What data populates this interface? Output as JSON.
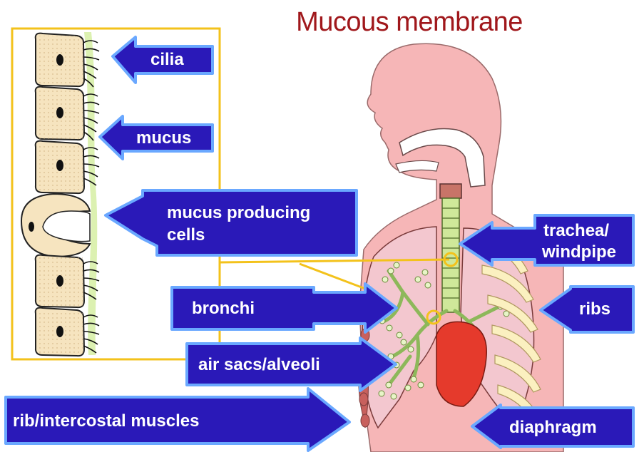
{
  "title": "Mucous membrane",
  "labels": {
    "cilia": "cilia",
    "mucus": "mucus",
    "mucus_producing_cells_line1": "mucus producing",
    "mucus_producing_cells_line2": "cells",
    "trachea_line1": "trachea/",
    "trachea_line2": "windpipe",
    "bronchi": "bronchi",
    "ribs": "ribs",
    "air_sacs": "air sacs/alveoli",
    "intercostal": "rib/intercostal muscles",
    "diaphragm": "diaphragm"
  },
  "colors": {
    "arrow_fill": "#2a19b8",
    "arrow_edge": "#6aa8ff",
    "title": "#a0171b",
    "body_pink": "#f6b6b7",
    "lung_fill": "#f3c7cf",
    "bronchi_green": "#cfe89a",
    "heart_red": "#e53a2c",
    "rib_cream": "#fbf0c0",
    "cell_fill": "#f6e4bf",
    "frame_yellow": "#f3c21b"
  }
}
